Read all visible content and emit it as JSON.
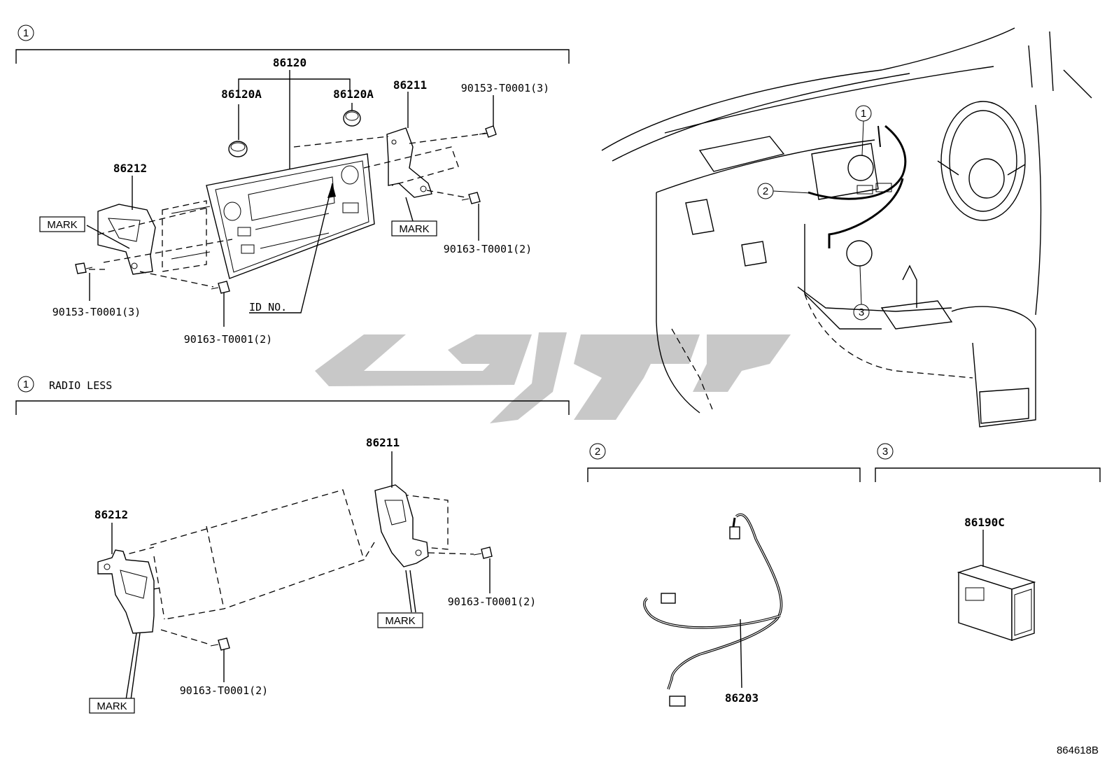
{
  "sections": {
    "s1": {
      "number": "1"
    },
    "s1_radio_less": {
      "number": "1",
      "caption": "RADIO LESS"
    },
    "s2": {
      "number": "2"
    },
    "s3": {
      "number": "3"
    }
  },
  "callouts": {
    "c1": "1",
    "c2": "2",
    "c3": "3"
  },
  "parts": {
    "p86120": "86120",
    "p86120A_left": "86120A",
    "p86120A_right": "86120A",
    "p86211_top": "86211",
    "p86212_top": "86212",
    "p90153_top_right": "90153-T0001(3)",
    "p90163_top_right": "90163-T0001(2)",
    "p90153_top_left": "90153-T0001(3)",
    "p90163_top_bottom": "90163-T0001(2)",
    "id_no": "ID NO.",
    "mark_top_left": "MARK",
    "mark_top_right": "MARK",
    "p86211_bottom": "86211",
    "p86212_bottom": "86212",
    "p90163_bottom_right": "90163-T0001(2)",
    "p90163_bottom_left": "90163-T0001(2)",
    "mark_bottom_left": "MARK",
    "mark_bottom_right": "MARK",
    "p86203": "86203",
    "p86190C": "86190C"
  },
  "watermark": {
    "color": "#c8c8c8"
  },
  "figure_code": "864618B"
}
